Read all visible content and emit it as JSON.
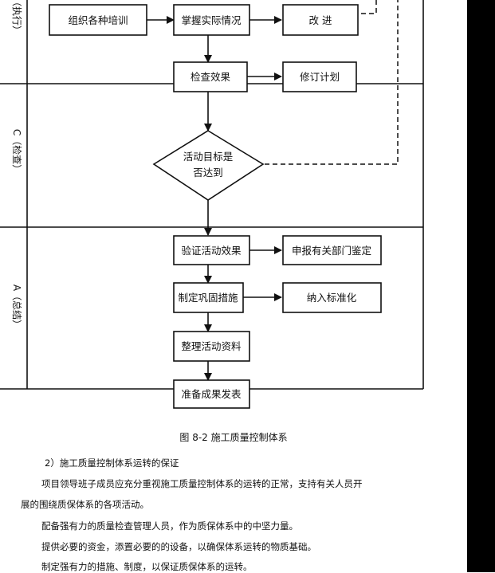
{
  "phases": {
    "do_label": "（执行）",
    "check_label": "C（检查）",
    "act_label": "A（总结）"
  },
  "boxes": {
    "organize_training": "组织各种培训",
    "grasp_actual": "掌握实际情况",
    "improve": "改  进",
    "check_effect": "检查效果",
    "revise_plan": "修订计划",
    "decision": [
      "活动目标是",
      "否达到"
    ],
    "verify_effect": "验证活动效果",
    "report_appraisal": "申报有关部门鉴定",
    "consolidation": "制定巩固措施",
    "standardize": "纳入标准化",
    "organize_data": "整理活动资料",
    "publish_results": "准备成果发表"
  },
  "figure_caption": "图 8-2   施工质量控制体系",
  "section_heading": "2）施工质量控制体系运转的保证",
  "paragraphs": [
    "项目领导班子成员应充分重视施工质量控制体系的运转的正常，支持有关人员开",
    "展的围绕质保体系的各项活动。",
    "配备强有力的质量检查管理人员，作为质保体系中的中坚力量。",
    "提供必要的资金，添置必要的的设备，以确保体系运转的物质基础。",
    "制定强有力的措施、制度，以保证质保体系的运转。"
  ]
}
